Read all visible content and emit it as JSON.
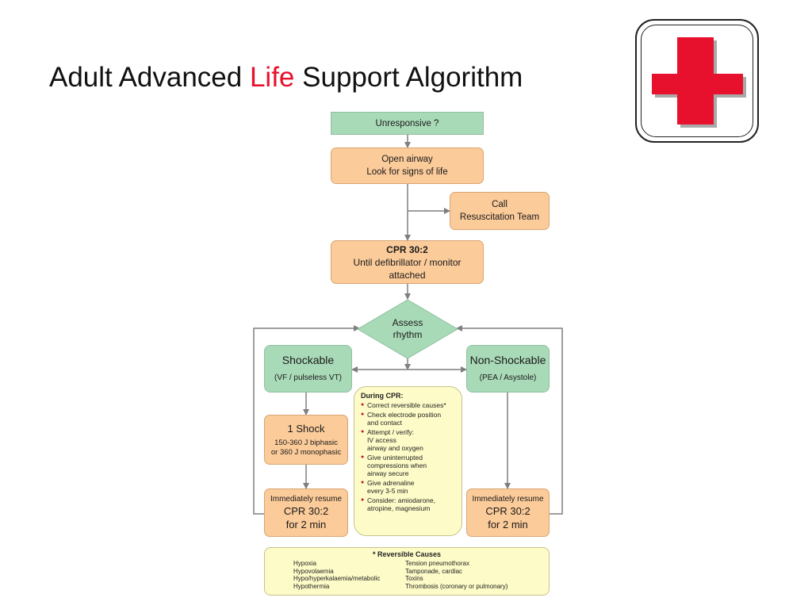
{
  "title": {
    "part1": "Adult Advanced ",
    "accent": "Life",
    "part2": " Support Algorithm"
  },
  "logo": {
    "icon": "red-cross-icon",
    "color": "#e8112d"
  },
  "colors": {
    "green": "#a9dab8",
    "orange": "#fbcb9a",
    "panel": "#fdfbc7",
    "connector": "#7f7f7f"
  },
  "flow": {
    "unresponsive": "Unresponsive ?",
    "open_airway": [
      "Open airway",
      "Look for signs of life"
    ],
    "call_team": [
      "Call",
      "Resuscitation Team"
    ],
    "cpr_initial": {
      "head": "CPR 30:2",
      "lines": [
        "Until defibrillator / monitor",
        "attached"
      ]
    },
    "assess": [
      "Assess",
      "rhythm"
    ],
    "shockable": {
      "head": "Shockable",
      "sub": "(VF / pulseless VT)"
    },
    "non_shockable": {
      "head": "Non-Shockable",
      "sub": "(PEA  / Asystole)"
    },
    "shock": {
      "head": "1 Shock",
      "lines": [
        "150-360 J biphasic",
        "or 360 J monophasic"
      ]
    },
    "resume_left": {
      "line1": "Immediately resume",
      "line2": "CPR 30:2",
      "line3": "for 2 min"
    },
    "resume_right": {
      "line1": "Immediately resume",
      "line2": "CPR 30:2",
      "line3": "for 2 min"
    }
  },
  "during_cpr": {
    "heading": "During CPR:",
    "items": [
      "Correct reversible causes*",
      "Check electrode position\nand contact",
      "Attempt / verify:\nIV access\nairway and oxygen",
      "Give uninterrupted\ncompressions when\nairway secure",
      "Give adrenaline\nevery 3-5 min",
      "Consider: amiodarone,\natropine, magnesium"
    ]
  },
  "reversible_causes": {
    "heading": "* Reversible Causes",
    "left": [
      "Hypoxia",
      "Hypovolaemia",
      "Hypo/hyperkalaemia/metabolic",
      "Hypothermia"
    ],
    "right": [
      "Tension pneumothorax",
      "Tamponade, cardiac",
      "Toxins",
      "Thrombosis (coronary or pulmonary)"
    ]
  }
}
